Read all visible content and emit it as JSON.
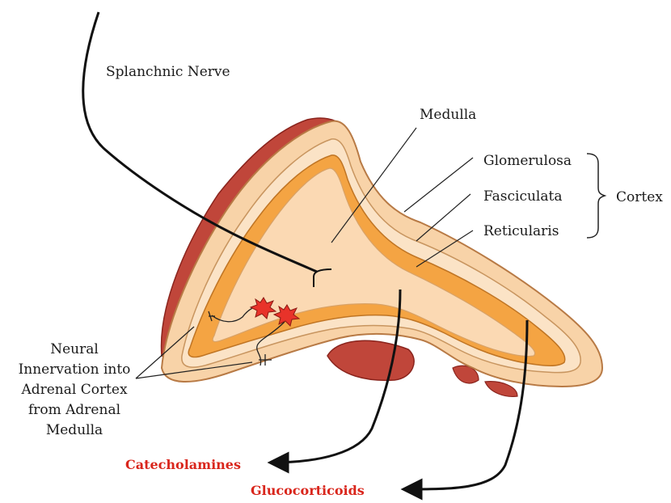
{
  "labels": {
    "splanchnic_nerve": "Splanchnic Nerve",
    "medulla": "Medulla",
    "glomerulosa": "Glomerulosa",
    "fasciculata": "Fasciculata",
    "reticularis": "Reticularis",
    "cortex": "Cortex",
    "neural_innervation": [
      "Neural",
      "Innervation into",
      "Adrenal Cortex",
      "from Adrenal",
      "Medulla"
    ],
    "catecholamines": "Catecholamines",
    "glucocorticoids": "Glucocorticoids"
  },
  "colors": {
    "capsule": "#c0463a",
    "capsule_dark": "#9c2a22",
    "glomerulosa_fill": "#f8d3a8",
    "fasciculata_fill": "#fbe3c6",
    "reticularis_fill": "#f4a443",
    "medulla_fill": "#fbd9b3",
    "output_text": "#d9261c",
    "star": "#e8332a"
  }
}
